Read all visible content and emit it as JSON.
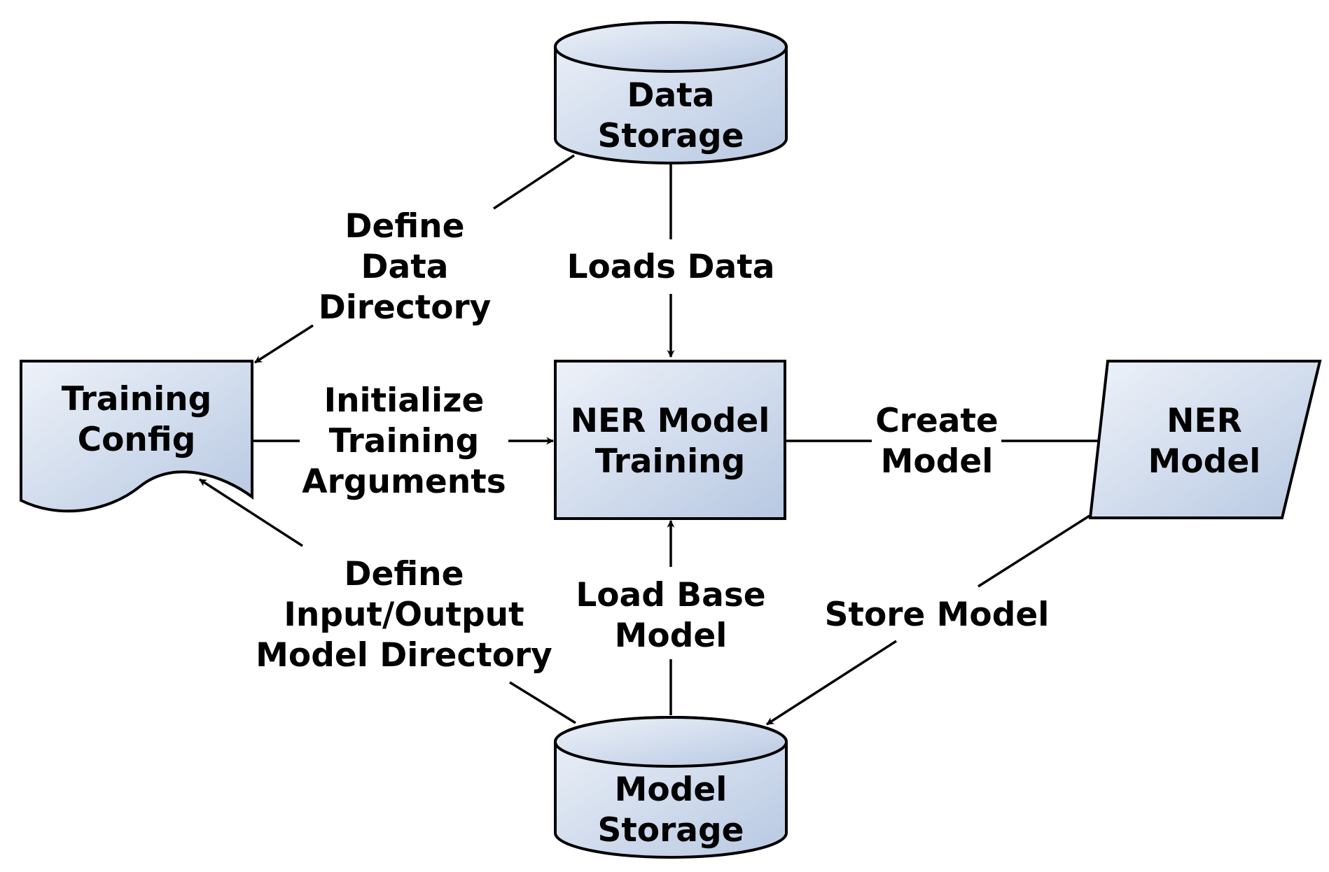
{
  "colors": {
    "fill_light": "#eef2f9",
    "fill_dark": "#b7c8e2",
    "stroke": "#000000"
  },
  "nodes": {
    "data_storage": {
      "line1": "Data",
      "line2": "Storage"
    },
    "model_storage": {
      "line1": "Model",
      "line2": "Storage"
    },
    "training_config": {
      "line1": "Training",
      "line2": "Config"
    },
    "ner_training": {
      "line1": "NER Model",
      "line2": "Training"
    },
    "ner_model": {
      "line1": "NER",
      "line2": "Model"
    }
  },
  "edges": {
    "define_data_dir": {
      "line1": "Define",
      "line2": "Data",
      "line3": "Directory"
    },
    "loads_data": {
      "line1": "Loads Data"
    },
    "init_args": {
      "line1": "Initialize",
      "line2": "Training",
      "line3": "Arguments"
    },
    "create_model": {
      "line1": "Create",
      "line2": "Model"
    },
    "define_io_dir": {
      "line1": "Define",
      "line2": "Input/Output",
      "line3": "Model Directory"
    },
    "load_base": {
      "line1": "Load Base",
      "line2": "Model"
    },
    "store_model": {
      "line1": "Store Model"
    }
  }
}
